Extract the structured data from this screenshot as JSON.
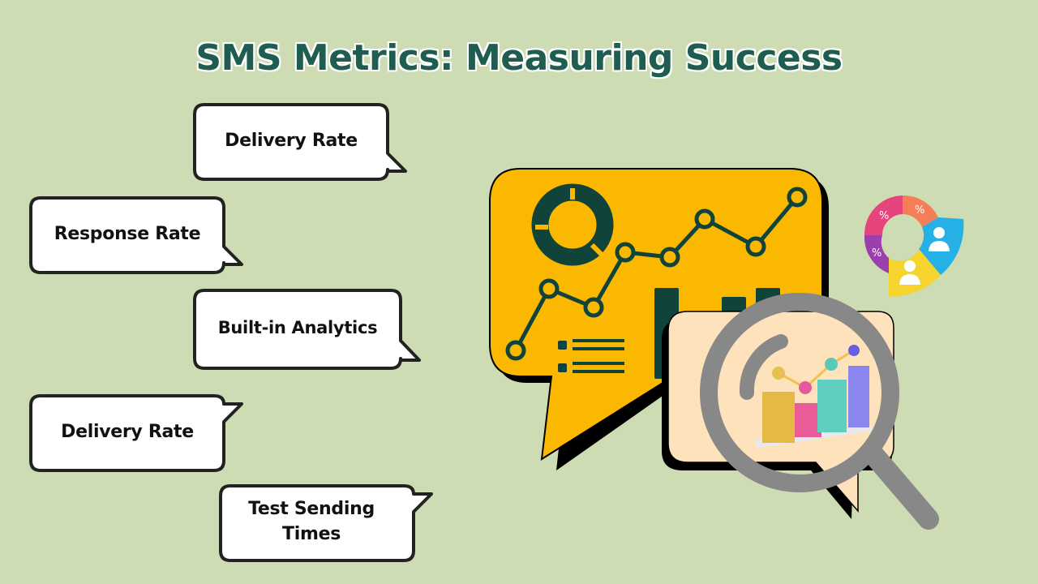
{
  "title": "SMS Metrics: Measuring Success",
  "colors": {
    "background": "#cddcb2",
    "title": "#1f5d50",
    "bubble_fill": "#ffffff",
    "bubble_border": "#222222",
    "dashboard_yellow": "#fbb800",
    "dashboard_dark_green": "#10433a",
    "small_bubble_fill": "#fde2bb",
    "magnifier_gray": "#888888"
  },
  "bubbles": [
    {
      "label": "Delivery Rate"
    },
    {
      "label": "Response Rate"
    },
    {
      "label": "Built-in Analytics"
    },
    {
      "label": "Delivery Rate"
    },
    {
      "label": "Test Sending Times"
    }
  ],
  "illustration": {
    "dashboard_icon": "analytics-chat-bubble",
    "magnifier_icon": "magnifying-glass-with-3d-bar-chart",
    "ring_chart_icon": "percentage-donut-with-user-avatars",
    "ring_labels": [
      "%",
      "%",
      "%"
    ]
  }
}
